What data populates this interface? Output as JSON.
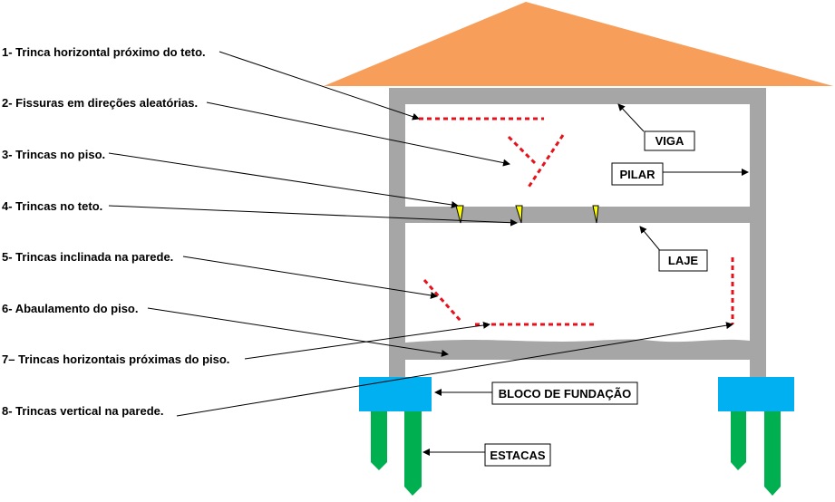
{
  "legend": [
    {
      "label": "1- Trinca horizontal próximo do teto."
    },
    {
      "label": "2- Fissuras em direções aleatórias."
    },
    {
      "label": "3- Trincas no piso."
    },
    {
      "label": "4- Trincas no teto."
    },
    {
      "label": "5- Trincas inclinada na parede."
    },
    {
      "label": "6- Abaulamento do piso."
    },
    {
      "label": "7– Trincas horizontais próximas do piso."
    },
    {
      "label": "8- Trincas vertical na parede."
    }
  ],
  "parts": {
    "viga": "VIGA",
    "pilar": "PILAR",
    "laje": "LAJE",
    "bloco": "BLOCO DE FUNDAÇÃO",
    "estacas": "ESTACAS"
  },
  "colors": {
    "roof": "#F79E5A",
    "structure": "#A6A6A6",
    "crack": "#E8101A",
    "foundation_block": "#00B0F0",
    "piles": "#00B050",
    "ceiling_crack": "#FFFF00"
  }
}
